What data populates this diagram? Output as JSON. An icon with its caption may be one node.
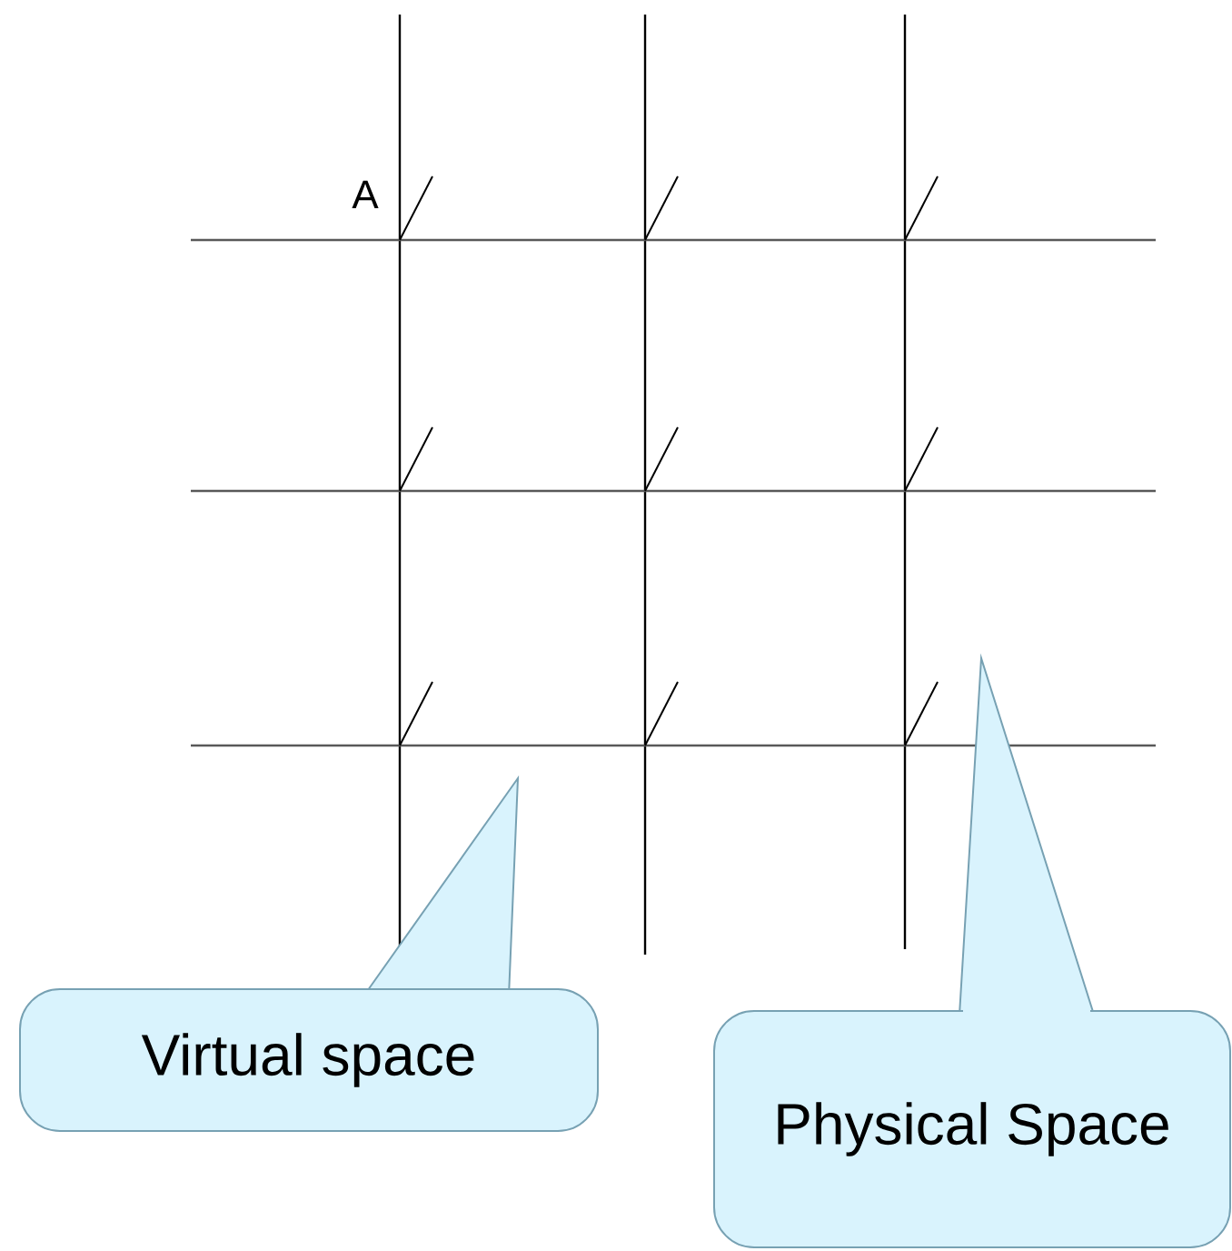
{
  "diagram": {
    "nodes": [
      {
        "text": [
          "Virtual space"
        ]
      },
      {
        "text": [
          "Physical Space"
        ]
      }
    ],
    "labels": [
      "A"
    ]
  }
}
